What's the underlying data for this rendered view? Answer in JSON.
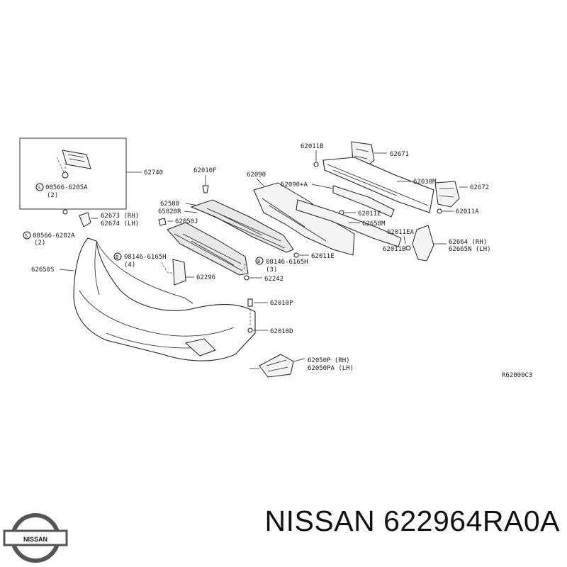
{
  "diagram_code": "R62000C3",
  "part_labels": [
    "62740",
    "08566-6205A",
    "(2)",
    "62010F",
    "62090",
    "62011B",
    "62671",
    "62090+A",
    "62030M",
    "62672",
    "62011E",
    "62011A",
    "62658M",
    "62011EA",
    "62011B",
    "62664 (RH)",
    "62665N (LH)",
    "62011E",
    "62580",
    "65820R",
    "62050J",
    "62673 (RH)",
    "62674 (LH)",
    "08566-6202A",
    "(2)",
    "08146-6165H",
    "(4)",
    "62296",
    "08146-6165H",
    "(3)",
    "62242",
    "62650S",
    "62010P",
    "62010D",
    "62050P (RH)",
    "62050PA (LH)"
  ],
  "brand": {
    "logo_text": "NISSAN",
    "title": "NISSAN 622964RA0A"
  }
}
